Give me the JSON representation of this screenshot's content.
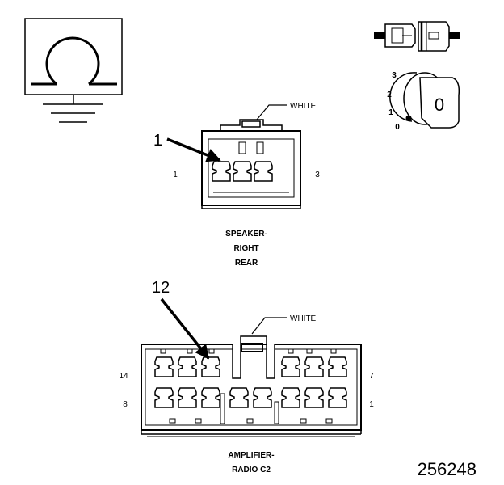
{
  "figure_number": "256248",
  "legend": {
    "terminal_positions": [
      "3",
      "2",
      "1",
      "0"
    ],
    "key_label": "0"
  },
  "speaker_connector": {
    "callout_number": "1",
    "color_label": "WHITE",
    "left_pin_label": "1",
    "right_pin_label": "3",
    "name_lines": [
      "SPEAKER-",
      "RIGHT",
      "REAR"
    ]
  },
  "amplifier_connector": {
    "callout_number": "12",
    "color_label": "WHITE",
    "top_left_pin_label": "14",
    "bottom_left_pin_label": "8",
    "top_right_pin_label": "7",
    "bottom_right_pin_label": "1",
    "name_lines": [
      "AMPLIFIER-",
      "RADIO C2"
    ]
  }
}
